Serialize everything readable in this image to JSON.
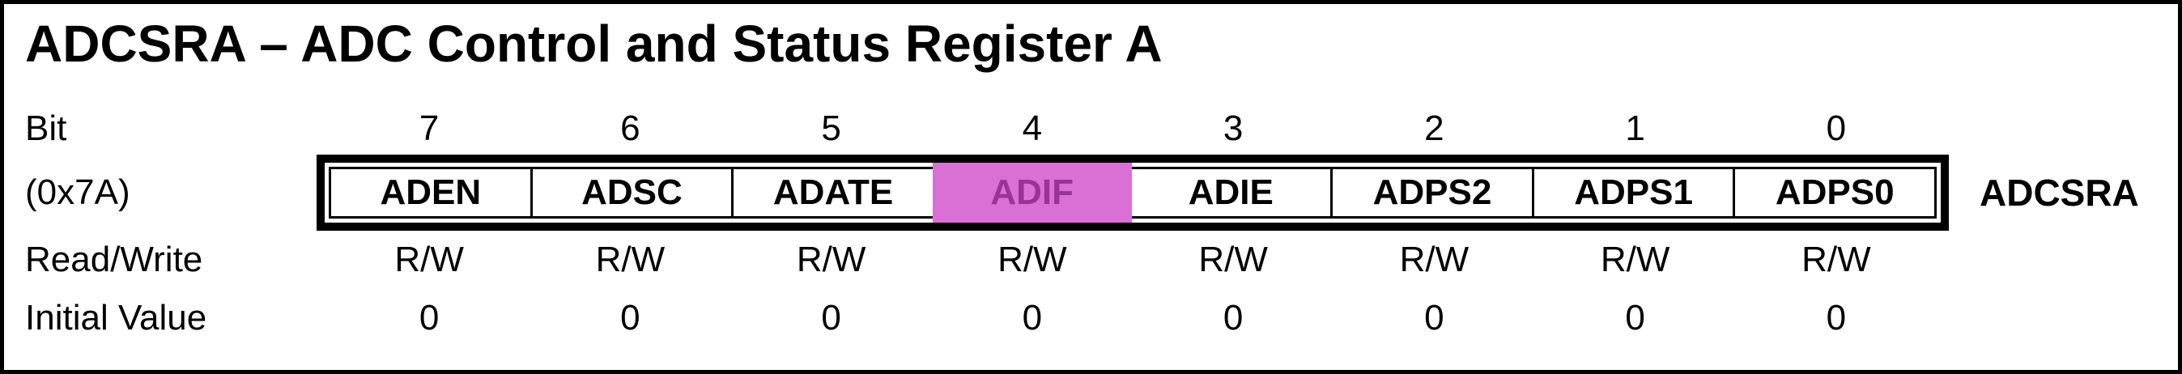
{
  "title": "ADCSRA – ADC Control and Status Register A",
  "register": {
    "name": "ADCSRA",
    "address": "(0x7A)",
    "row_labels": {
      "bit": "Bit",
      "read_write": "Read/Write",
      "initial_value": "Initial Value"
    },
    "bits": [
      {
        "bit": "7",
        "name": "ADEN",
        "rw": "R/W",
        "initial": "0",
        "highlighted": false
      },
      {
        "bit": "6",
        "name": "ADSC",
        "rw": "R/W",
        "initial": "0",
        "highlighted": false
      },
      {
        "bit": "5",
        "name": "ADATE",
        "rw": "R/W",
        "initial": "0",
        "highlighted": false
      },
      {
        "bit": "4",
        "name": "ADIF",
        "rw": "R/W",
        "initial": "0",
        "highlighted": true
      },
      {
        "bit": "3",
        "name": "ADIE",
        "rw": "R/W",
        "initial": "0",
        "highlighted": false
      },
      {
        "bit": "2",
        "name": "ADPS2",
        "rw": "R/W",
        "initial": "0",
        "highlighted": false
      },
      {
        "bit": "1",
        "name": "ADPS1",
        "rw": "R/W",
        "initial": "0",
        "highlighted": false
      },
      {
        "bit": "0",
        "name": "ADPS0",
        "rw": "R/W",
        "initial": "0",
        "highlighted": false
      }
    ],
    "colors": {
      "highlight_bg": "#DA70D6",
      "highlight_text": "#993299",
      "border": "#000000",
      "background": "#FFFFFF"
    }
  }
}
